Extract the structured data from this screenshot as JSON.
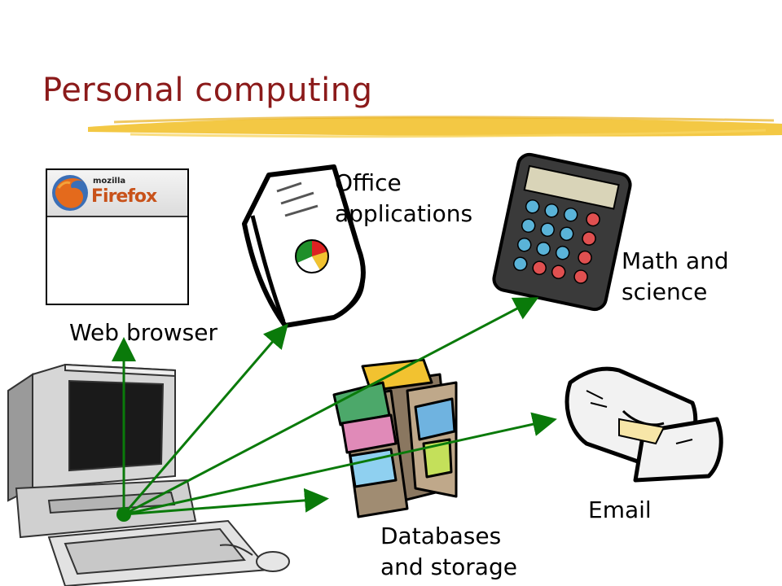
{
  "title": "Personal computing",
  "browser_box": {
    "brand_small": "mozilla",
    "brand_name": "Firefox",
    "logo_icon": "firefox-logo-icon"
  },
  "labels": {
    "web_browser": "Web browser",
    "office": [
      "Office",
      "applications"
    ],
    "math": [
      "Math and",
      "science"
    ],
    "email": "Email",
    "databases": [
      "Databases",
      "and storage"
    ]
  },
  "icons": [
    "computer-icon",
    "document-icon",
    "calculator-icon",
    "envelope-icon",
    "file-cabinet-icon"
  ],
  "colors": {
    "title": "#8b1a1a",
    "arrows": "#0a7a0a",
    "highlight": "#f2c230"
  }
}
